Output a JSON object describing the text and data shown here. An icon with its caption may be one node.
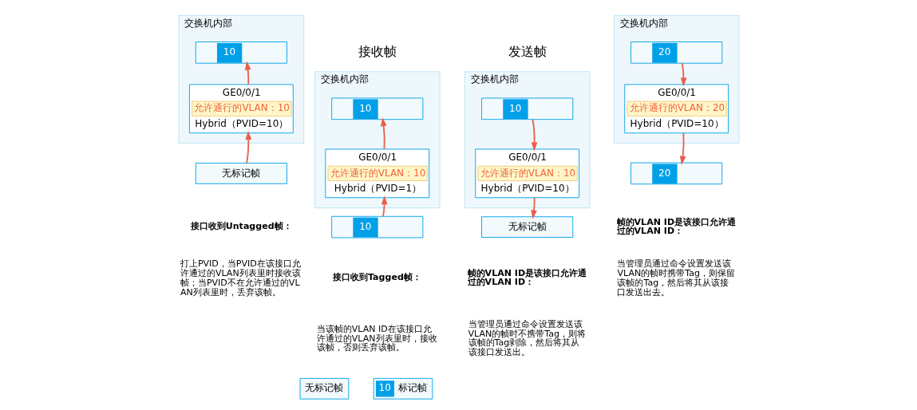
{
  "diagram": {
    "nodes": [
      {
        "text": [
          "交换机内部"
        ]
      },
      {
        "text": [
          "10"
        ],
        "in": 0
      },
      {
        "text": [
          "GE0/0/1",
          "允许通行的VLAN：10",
          "Hybrid（PVID=10）"
        ],
        "in": 0
      },
      {
        "text": [
          "无标记帧"
        ]
      },
      {
        "text": [
          "交换机内部"
        ]
      },
      {
        "text": [
          "10"
        ],
        "in": 4
      },
      {
        "text": [
          "GE0/0/1",
          "允许通行的VLAN：10",
          "Hybrid（PVID=1）"
        ],
        "in": 4
      },
      {
        "text": [
          "10"
        ]
      },
      {
        "text": [
          "交换机内部"
        ]
      },
      {
        "text": [
          "10"
        ],
        "in": 8
      },
      {
        "text": [
          "GE0/0/1",
          "允许通行的VLAN：10",
          "Hybrid（PVID=10）"
        ],
        "in": 8
      },
      {
        "text": [
          "无标记帧"
        ]
      },
      {
        "text": [
          "交换机内部"
        ]
      },
      {
        "text": [
          "20"
        ],
        "in": 12
      },
      {
        "text": [
          "GE0/0/1",
          "允许通行的VLAN：20",
          "Hybrid（PVID=10）"
        ],
        "in": 12
      },
      {
        "text": [
          "20"
        ]
      }
    ],
    "edges": [
      {
        "from": 3,
        "to": 2,
        "arrow": "to"
      },
      {
        "from": 2,
        "to": 1,
        "arrow": "to"
      },
      {
        "from": 7,
        "to": 6,
        "arrow": "to"
      },
      {
        "from": 6,
        "to": 5,
        "arrow": "to"
      },
      {
        "from": 9,
        "to": 10,
        "arrow": "to"
      },
      {
        "from": 10,
        "to": 11,
        "arrow": "to"
      },
      {
        "from": 13,
        "to": 14,
        "arrow": "to"
      },
      {
        "from": 14,
        "to": 15,
        "arrow": "to"
      }
    ],
    "labels": [
      "接收帧",
      "发送帧",
      "接口收到Untagged帧：",
      "打上PVID，当PVID在该接口允许通过的VLAN列表里时接收该帧；当PVID不在允许通过的VLAN列表里时，丢弃该帧。",
      "接口收到Tagged帧：",
      "当该帧的VLAN ID在该接口允许通过的VLAN列表里时，接收该帧，否则丢弃该帧。",
      "帧的VLAN ID是该接口允许通过的VLAN ID：",
      "当管理员通过命令设置发送该VLAN的帧时不携带Tag，则将该帧的Tag剥除，然后将其从该接口发送出。",
      "帧的VLAN ID是该接口允许通过的VLAN ID：",
      "当管理员通过命令设置发送该VLAN的帧时携带Tag，则保留该帧的Tag，然后将其从该接口发送出去。",
      "10"
    ],
    "legend": [
      {
        "text": "无标记帧"
      },
      {
        "text": "标记帧"
      }
    ]
  }
}
